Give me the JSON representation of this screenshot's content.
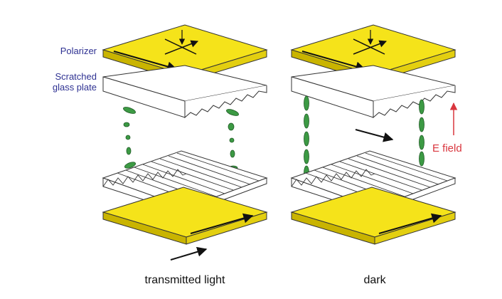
{
  "labels": {
    "polarizer": "Polarizer",
    "scratched_line1": "Scratched",
    "scratched_line2": "glass plate",
    "e_field": "E field",
    "caption_left": "transmitted light",
    "caption_right": "dark"
  },
  "colors": {
    "polarizer_fill": "#f5e31a",
    "polarizer_edge": "#c9b400",
    "molecule_fill": "#3c9a44",
    "label_blue": "#2e3192",
    "label_red": "#d9363e",
    "arrow": "#111111"
  },
  "icons": [
    "polarizer-plate",
    "scratched-glass-plate",
    "liquid-crystal-molecule",
    "light-arrow",
    "e-field-arrow"
  ]
}
